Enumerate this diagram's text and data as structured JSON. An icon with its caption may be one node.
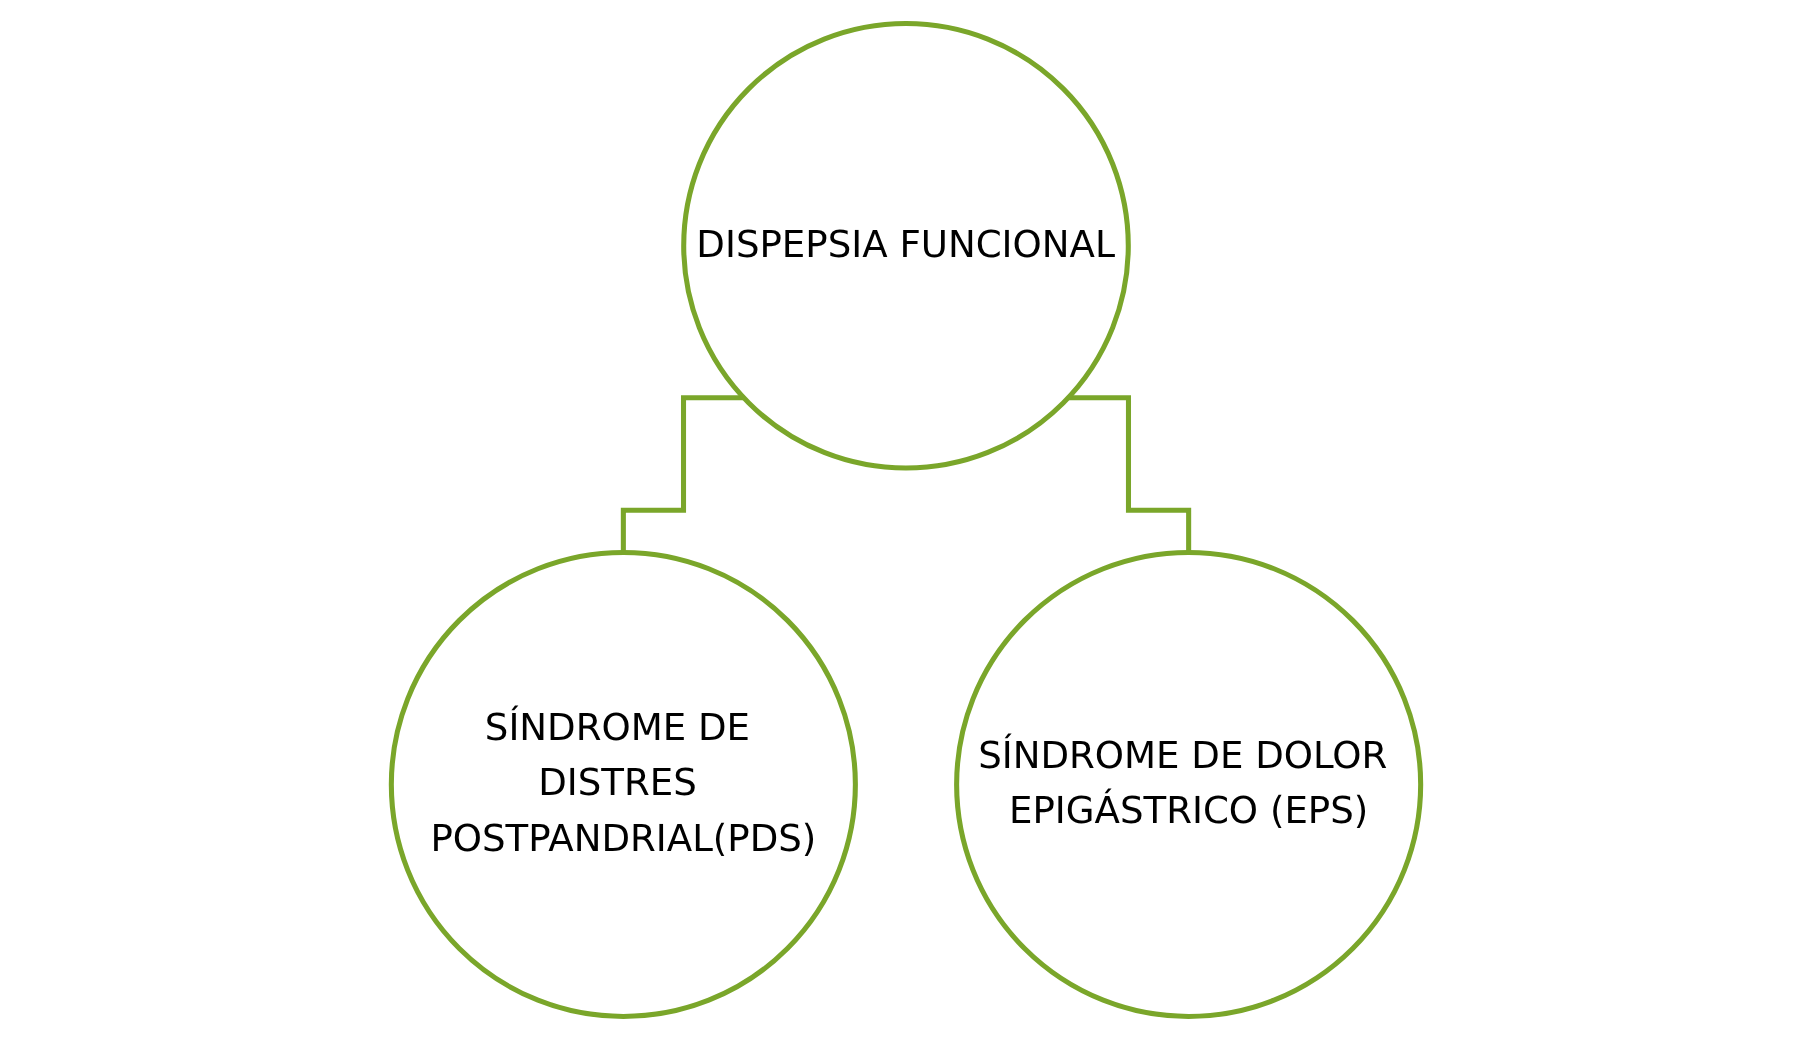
{
  "diagram": {
    "nodes": [
      {
        "text": [
          "DISPEPSIA FUNCIONAL"
        ]
      },
      {
        "text": [
          "SÍNDROME DE DISTRES POSTPANDRIAL(PDS)"
        ]
      },
      {
        "text": [
          "SÍNDROME DE DOLOR EPIGÁSTRICO (EPS)"
        ]
      }
    ],
    "edges": [
      {
        "from": 0,
        "to": 1,
        "arrow": "none"
      },
      {
        "from": 0,
        "to": 2,
        "arrow": "none"
      }
    ]
  }
}
